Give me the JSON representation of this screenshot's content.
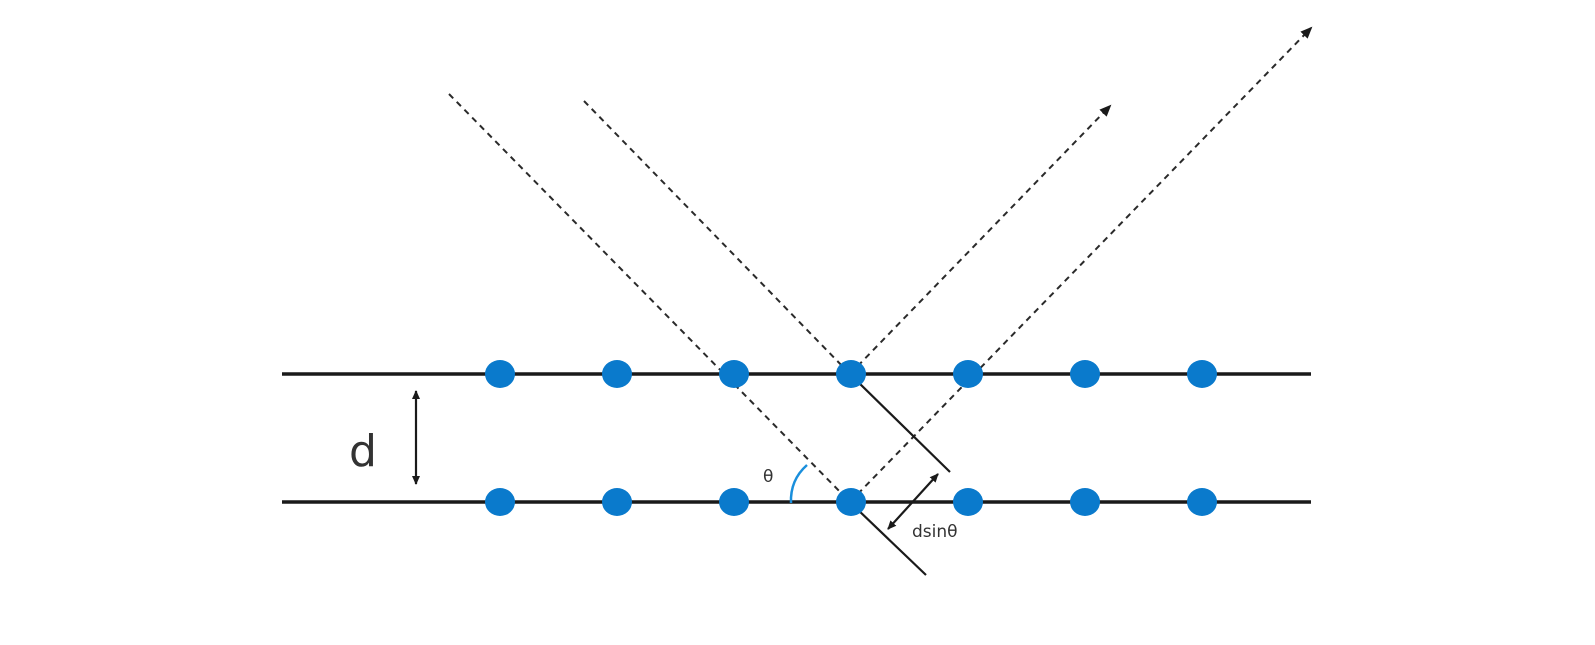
{
  "diagram": {
    "labels": {
      "spacing": "d",
      "angle": "θ",
      "path_difference": "dsinθ"
    },
    "planes": {
      "count": 2,
      "atoms_per_plane": 7
    },
    "colors": {
      "atom": "#0a7acc",
      "angle_arc": "#1a8fdc",
      "line": "#1a1a1a"
    }
  }
}
